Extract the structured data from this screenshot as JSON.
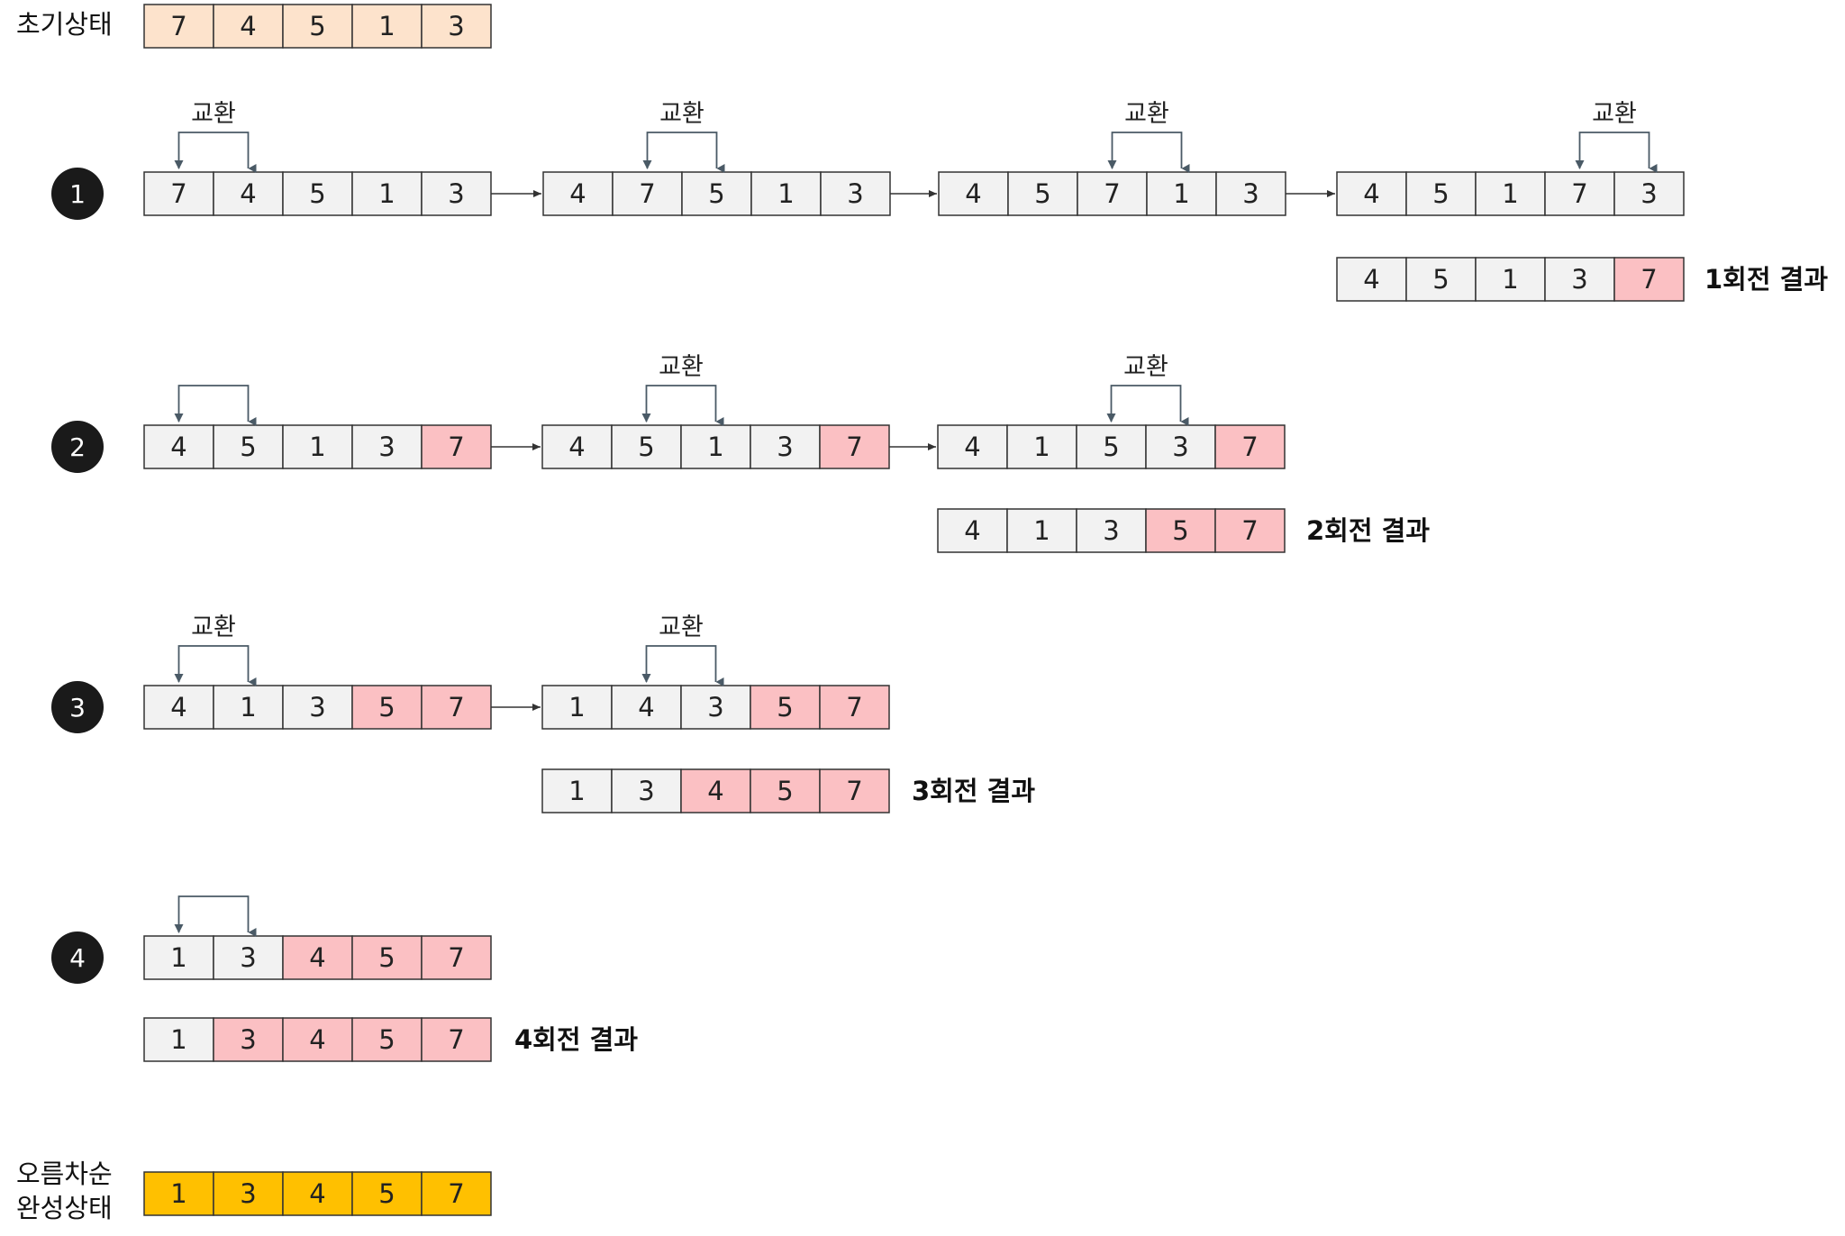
{
  "labels": {
    "initial": "초기상태",
    "final_line1": "오름차순",
    "final_line2": "완성상태",
    "swap": "교환"
  },
  "colors": {
    "initial_fill": "#fde3cc",
    "normal_fill": "#f2f2f2",
    "sorted_fill": "#fbc0c3",
    "final_fill": "#ffc000",
    "border": "#333333",
    "step_badge": "#1a1a1a",
    "arrow": "#4a5a66"
  },
  "initial": [
    7,
    4,
    5,
    1,
    3
  ],
  "final": [
    1,
    3,
    4,
    5,
    7
  ],
  "passes": [
    {
      "step": "1",
      "result_label": "1회전 결과",
      "states": [
        {
          "values": [
            7,
            4,
            5,
            1,
            3
          ],
          "sorted": [],
          "swap": [
            0,
            1
          ],
          "swap_label": true
        },
        {
          "values": [
            4,
            7,
            5,
            1,
            3
          ],
          "sorted": [],
          "swap": [
            1,
            2
          ],
          "swap_label": true
        },
        {
          "values": [
            4,
            5,
            7,
            1,
            3
          ],
          "sorted": [],
          "swap": [
            2,
            3
          ],
          "swap_label": true
        },
        {
          "values": [
            4,
            5,
            1,
            7,
            3
          ],
          "sorted": [],
          "swap": [
            3,
            4
          ],
          "swap_label": true
        }
      ],
      "result": {
        "values": [
          4,
          5,
          1,
          3,
          7
        ],
        "sorted": [
          4
        ]
      }
    },
    {
      "step": "2",
      "result_label": "2회전 결과",
      "states": [
        {
          "values": [
            4,
            5,
            1,
            3,
            7
          ],
          "sorted": [
            4
          ],
          "swap": [
            0,
            1
          ],
          "swap_label": false
        },
        {
          "values": [
            4,
            5,
            1,
            3,
            7
          ],
          "sorted": [
            4
          ],
          "swap": [
            1,
            2
          ],
          "swap_label": true
        },
        {
          "values": [
            4,
            1,
            5,
            3,
            7
          ],
          "sorted": [
            4
          ],
          "swap": [
            2,
            3
          ],
          "swap_label": true
        }
      ],
      "result": {
        "values": [
          4,
          1,
          3,
          5,
          7
        ],
        "sorted": [
          3,
          4
        ]
      }
    },
    {
      "step": "3",
      "result_label": "3회전 결과",
      "states": [
        {
          "values": [
            4,
            1,
            3,
            5,
            7
          ],
          "sorted": [
            3,
            4
          ],
          "swap": [
            0,
            1
          ],
          "swap_label": true
        },
        {
          "values": [
            1,
            4,
            3,
            5,
            7
          ],
          "sorted": [
            3,
            4
          ],
          "swap": [
            1,
            2
          ],
          "swap_label": true
        }
      ],
      "result": {
        "values": [
          1,
          3,
          4,
          5,
          7
        ],
        "sorted": [
          2,
          3,
          4
        ]
      }
    },
    {
      "step": "4",
      "result_label": "4회전 결과",
      "states": [
        {
          "values": [
            1,
            3,
            4,
            5,
            7
          ],
          "sorted": [
            2,
            3,
            4
          ],
          "swap": [
            0,
            1
          ],
          "swap_label": false
        }
      ],
      "result": {
        "values": [
          1,
          3,
          4,
          5,
          7
        ],
        "sorted": [
          1,
          2,
          3,
          4
        ]
      }
    }
  ]
}
